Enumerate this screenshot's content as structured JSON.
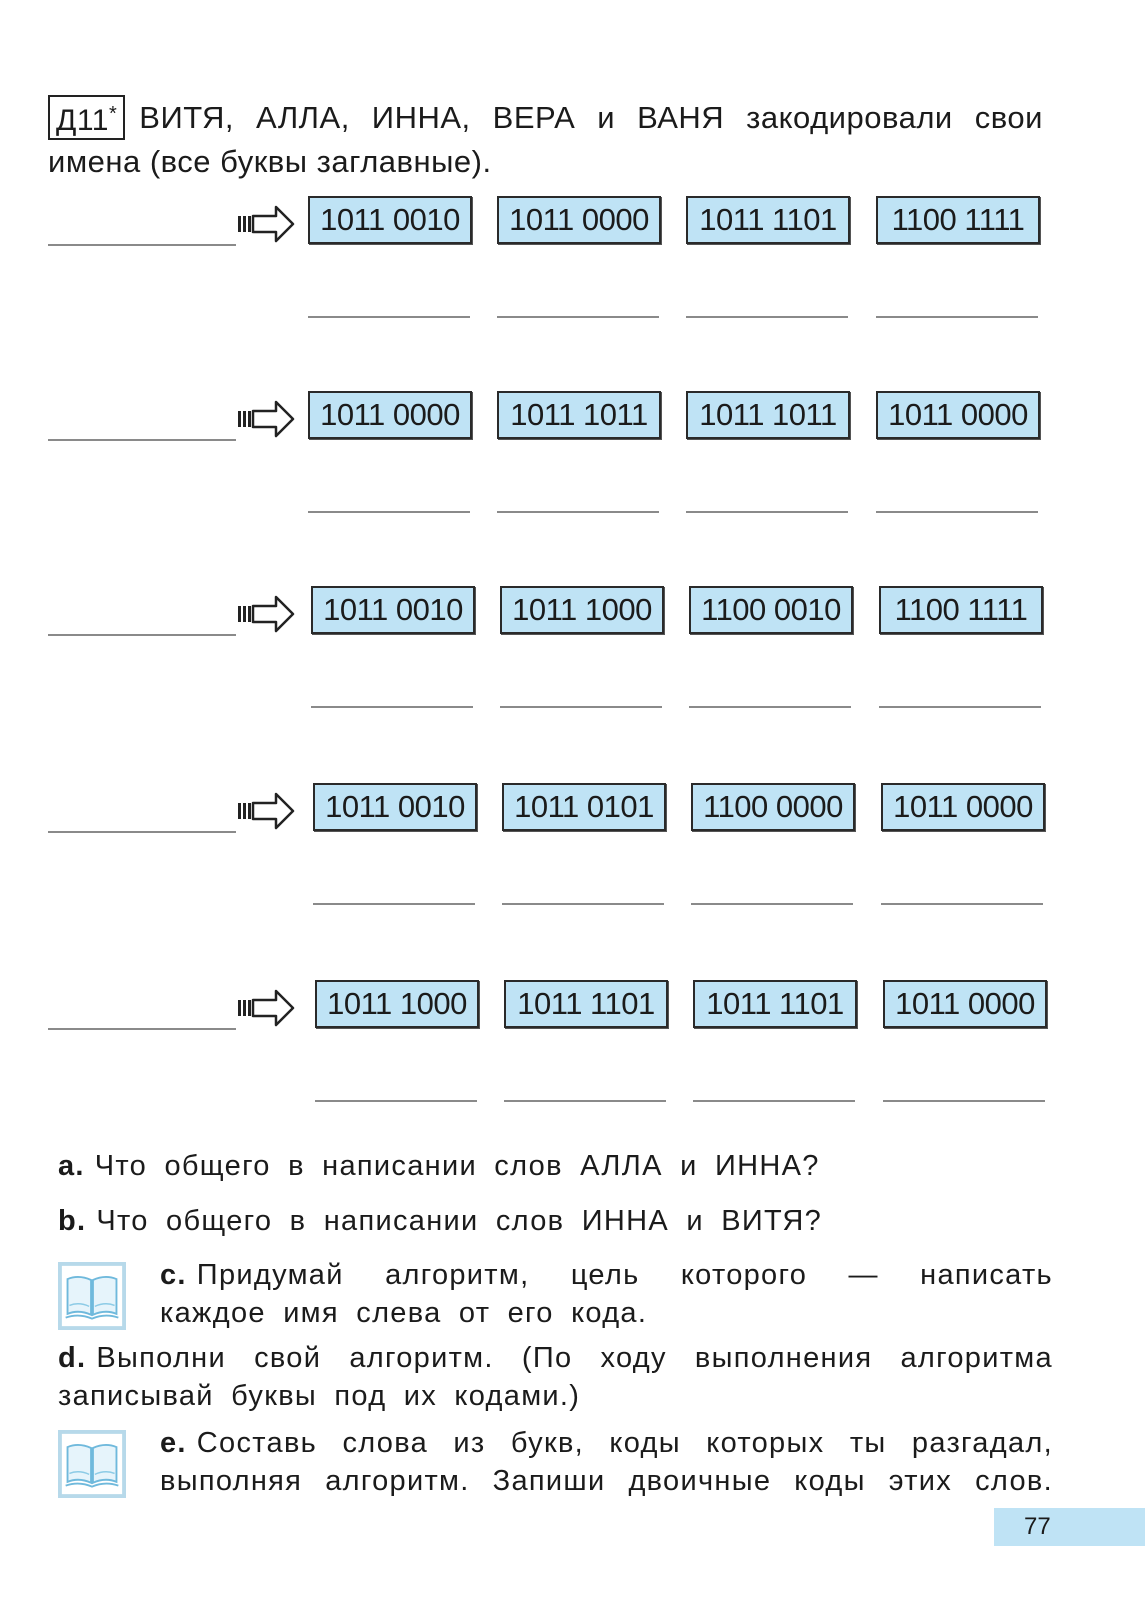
{
  "header": {
    "task_id": "Д11",
    "task_mark": "*",
    "line1_words": [
      "ВИТЯ,",
      "АЛЛА,",
      "ИННА,",
      "ВЕРА",
      "и",
      "ВАНЯ",
      "закодировали",
      "свои"
    ],
    "line2": "имена (все буквы заглавные)."
  },
  "rows": [
    {
      "codes": [
        "1011 0010",
        "1011 0000",
        "1011 1101",
        "1100 1111"
      ]
    },
    {
      "codes": [
        "1011 0000",
        "1011 1011",
        "1011 1011",
        "1011 0000"
      ]
    },
    {
      "codes": [
        "1011 0010",
        "1011 1000",
        "1100 0010",
        "1100 1111"
      ]
    },
    {
      "codes": [
        "1011 0010",
        "1011 0101",
        "1100 0000",
        "1011 0000"
      ]
    },
    {
      "codes": [
        "1011 1000",
        "1011 1101",
        "1011 1101",
        "1011 0000"
      ]
    }
  ],
  "questions": {
    "a": {
      "label": "a.",
      "text": "Что общего в написании слов АЛЛА и ИННА?"
    },
    "b": {
      "label": "b.",
      "text": "Что общего в написании слов ИННА и ВИТЯ?"
    },
    "c": {
      "label": "c.",
      "line1_words": [
        "Придумай",
        "алгоритм,",
        "цель",
        "которого",
        "—",
        "написать"
      ],
      "line2": "каждое имя слева от его кода."
    },
    "d": {
      "label": "d.",
      "line1_words": [
        "Выполни",
        "свой",
        "алгоритм.",
        "(По",
        "ходу",
        "выполнения",
        "алгоритма"
      ],
      "line2": "записывай буквы под их кодами.)"
    },
    "e": {
      "label": "e.",
      "line1_words": [
        "Составь",
        "слова",
        "из",
        "букв,",
        "коды",
        "которых",
        "ты",
        "разгадал,"
      ],
      "line2_words": [
        "выполняя",
        "алгоритм.",
        "Запиши",
        "двоичные",
        "коды",
        "этих",
        "слов."
      ]
    }
  },
  "icons": {
    "arrow": "right-arrow-icon",
    "book": "book-icon"
  },
  "colors": {
    "code_fill": "#bfe3f5",
    "accent": "#bfe3f5"
  },
  "page_number": "77"
}
